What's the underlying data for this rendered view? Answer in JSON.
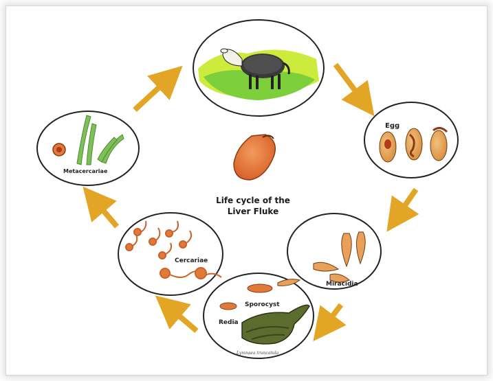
{
  "diagram": {
    "title_line1": "Life cycle of the",
    "title_line2": "Liver Fluke",
    "stages": {
      "host": "",
      "egg": "Egg",
      "miracidia": "Miracidia",
      "sporocyst": "Sporocyst",
      "redia": "Redia",
      "snail_caption": "Lymnaea truncatula",
      "cercariae": "Cercariae",
      "metacercariae": "Metacercariae"
    }
  },
  "colors": {
    "arrow": "#e3a526",
    "stage_orange": "#e07a3a",
    "grass": "#7ccf3a",
    "meadow": "#cdeb3c",
    "plant": "#7dbf5a",
    "snail": "#5c6b2e"
  }
}
